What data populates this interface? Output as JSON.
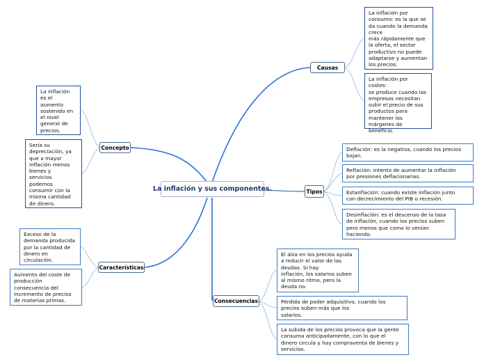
{
  "central": {
    "label": "La inflación y sus componentes."
  },
  "concepto": {
    "label": "Concepto",
    "items": [
      "La inflación\nes el\naumento\nsostenido en\nel nivel\ngeneral de\nprecios.",
      "Sería su\ndepreciación, ya\nque a mayor\ninflación menos\nbienes y\nservicios\npodemos\nconsumir con la\nmisma cantidad\nde dinero."
    ]
  },
  "caracteristicas": {
    "label": "Características",
    "items": [
      "Exceso de la\ndemanda producida\npor la cantidad de\ndinero en\ncirculación.",
      "Aumento del coste de\nproducción\nconsecuencia del\nincremento de precios\nde materias primas."
    ]
  },
  "causas": {
    "label": "Causas",
    "items": [
      "La inflación por\nconsumo: es la que se\nda cuando la demanda\ncrece\nmás rápidamente que\nla oferta, el sector\nproductivo no puede\nadaptarse y aumentan\nlos precios.",
      "La inflación por costes:\nse produce cuando las\nempresas necesitan\nsubir el precio de sus\nproductos para\nmantener los\nmárgenes de\nbeneficio."
    ]
  },
  "tipos": {
    "label": "Tipos",
    "items": [
      "Deflación: es la negativa, cuando los precios\nbajan.",
      "Reflación: intento de aumentar la inflación\npor presiones deflacionarias.",
      "Estanflación: cuando existe inflación junto\ncon decrecimiento del PIB o recesión.",
      "Desinflación: es el descenso de la tasa\nde inflación, cuando los precios suben\npero menos que como lo venían\nhaciendo."
    ]
  },
  "consecuencias": {
    "label": "Consecuencias",
    "items": [
      "El alza en los precios ayuda\na reducir el valor de las\ndeudas. Si hay\ninflación, los salarios suben\nal mismo ritmo, pero la\ndeuda no.",
      "Pérdida de poder adquisitivo, cuando los\nprecios suben más que los\n salarios.",
      "La subida de los precios provoca que la gente\nconsuma anticipadamente, con lo que el\ndinero circula y hay compraventa de bienes y\nservicios."
    ]
  },
  "colors": {
    "main_branch": "#2a6fd6",
    "tipos_branch": "#4a8fc0",
    "leaf_branch": "#a9c4dc"
  }
}
